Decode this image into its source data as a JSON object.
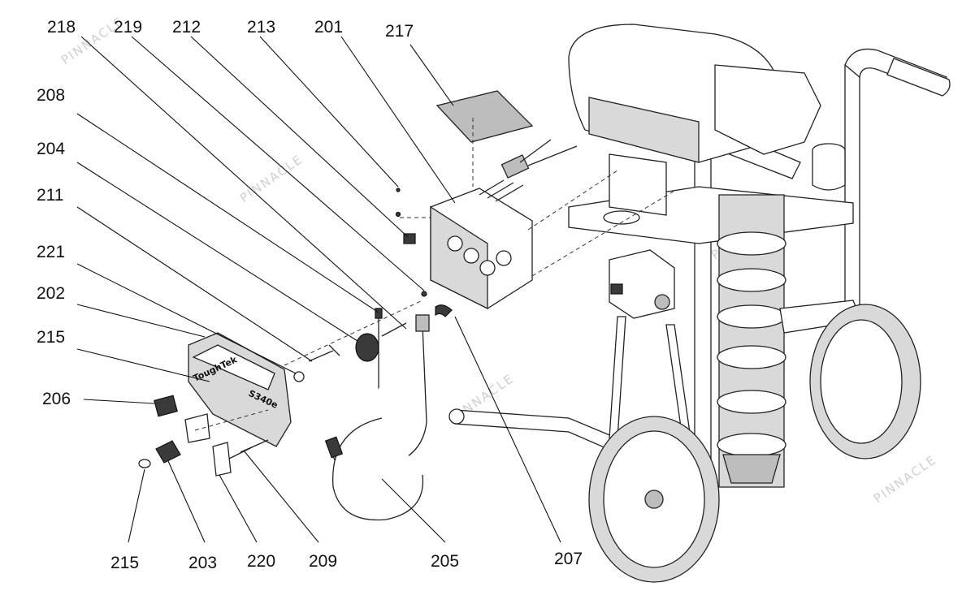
{
  "diagram": {
    "watermark": "PINNACLE",
    "brand_text": "ToughTek",
    "model_text": "S340e",
    "callouts": [
      {
        "id": "218",
        "label": "218"
      },
      {
        "id": "219",
        "label": "219"
      },
      {
        "id": "212",
        "label": "212"
      },
      {
        "id": "213",
        "label": "213"
      },
      {
        "id": "201",
        "label": "201"
      },
      {
        "id": "217",
        "label": "217"
      },
      {
        "id": "208",
        "label": "208"
      },
      {
        "id": "204",
        "label": "204"
      },
      {
        "id": "211",
        "label": "211"
      },
      {
        "id": "221",
        "label": "221"
      },
      {
        "id": "202",
        "label": "202"
      },
      {
        "id": "215a",
        "label": "215"
      },
      {
        "id": "206",
        "label": "206"
      },
      {
        "id": "215b",
        "label": "215"
      },
      {
        "id": "203",
        "label": "203"
      },
      {
        "id": "220",
        "label": "220"
      },
      {
        "id": "209",
        "label": "209"
      },
      {
        "id": "205",
        "label": "205"
      },
      {
        "id": "207",
        "label": "207"
      }
    ]
  }
}
